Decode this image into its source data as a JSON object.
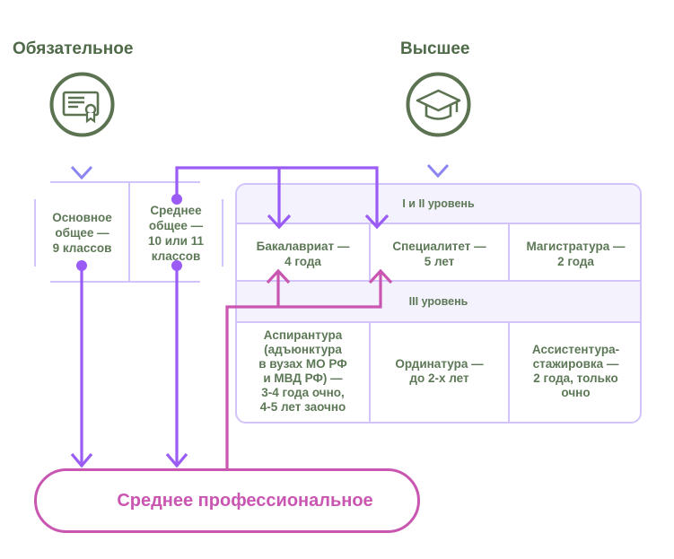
{
  "headings": {
    "mandatory": "Обязательное",
    "higher": "Высшее"
  },
  "icons": {
    "mandatory": "certificate-icon",
    "higher": "graduation-cap-icon"
  },
  "general": [
    {
      "label": "Основное общее — 9 классов",
      "lines": [
        "Основное",
        "общее —",
        "9 классов"
      ]
    },
    {
      "label": "Среднее общее — 10 или 11 классов",
      "lines": [
        "Среднее",
        "общее —",
        "10 или 11",
        "классов"
      ]
    }
  ],
  "higher": {
    "level_1_2": {
      "title": "I и II уровень",
      "cells": [
        {
          "lines": [
            "Бакалавриат —",
            "4 года"
          ]
        },
        {
          "lines": [
            "Специалитет —",
            "5 лет"
          ]
        },
        {
          "lines": [
            "Магистратура —",
            "2 года"
          ]
        }
      ]
    },
    "level_3": {
      "title": "III уровень",
      "cells": [
        {
          "lines": [
            "Аспирантура",
            "(адъюнктура",
            "в вузах МО РФ",
            "и МВД РФ) —",
            "3-4 года очно,",
            "4-5 лет заочно"
          ]
        },
        {
          "lines": [
            "Ординатура —",
            "до 2-х лет"
          ]
        },
        {
          "lines": [
            "Ассистентура-",
            "стажировка —",
            "2 года, только",
            "очно"
          ]
        }
      ]
    }
  },
  "secondary_professional": {
    "label": "Среднее профессиональное"
  },
  "colors": {
    "heading_green": "#4f6a48",
    "icon_green": "#5c7352",
    "grid_lavender": "#d2c3fa",
    "band_fill": "#f4f2fd",
    "arrow_purple": "#9b5cf6",
    "arrow_blue": "#8c92ee",
    "spo_magenta": "#c956b1"
  }
}
